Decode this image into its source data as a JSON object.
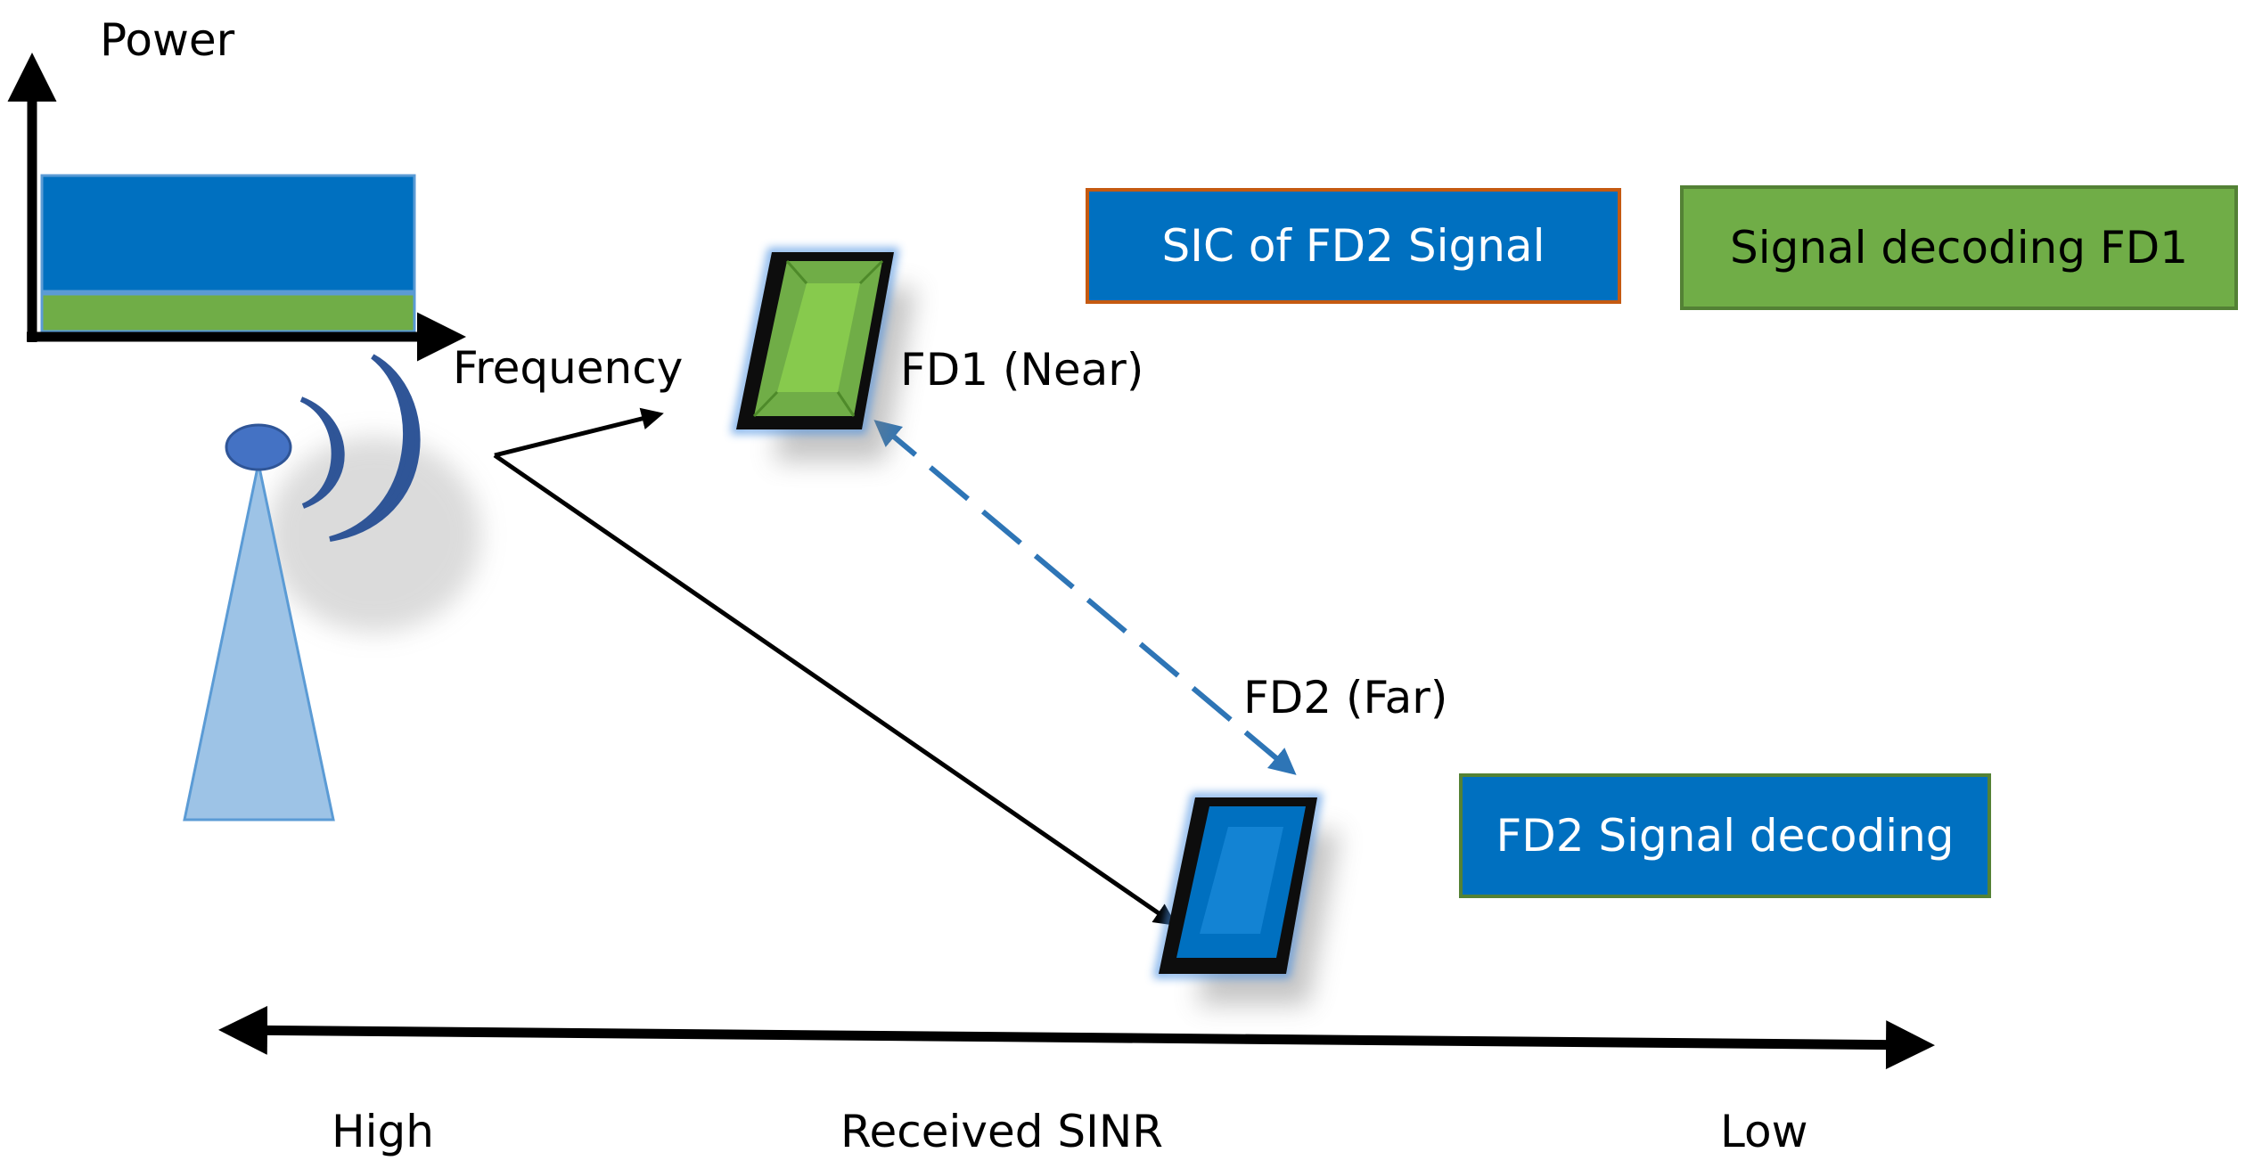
{
  "axes": {
    "power_label": "Power",
    "frequency_label": "Frequency"
  },
  "devices": {
    "near_label": "FD1 (Near)",
    "far_label": "FD2 (Far)"
  },
  "boxes": {
    "sic": "SIC of FD2 Signal",
    "fd1_decoding": "Signal decoding FD1",
    "fd2_decoding": "FD2 Signal decoding"
  },
  "sinr_axis": {
    "high": "High",
    "title": "Received SINR",
    "low": "Low"
  },
  "colors": {
    "blue": "#0070c0",
    "green": "#70ad47",
    "orange_border": "#c55a11",
    "green_border": "#538135",
    "tower": "#9dc3e6",
    "tower_node": "#4472c4",
    "waves": "#2f5597",
    "link": "#2e75b6"
  }
}
